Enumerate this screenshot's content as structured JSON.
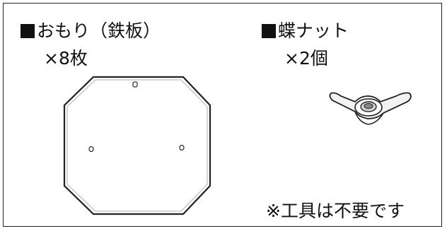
{
  "parts": [
    {
      "name": "おもり（鉄板）",
      "quantity": "×8枚"
    },
    {
      "name": "蝶ナット",
      "quantity": "×2個"
    }
  ],
  "note": "※工具は不要です"
}
